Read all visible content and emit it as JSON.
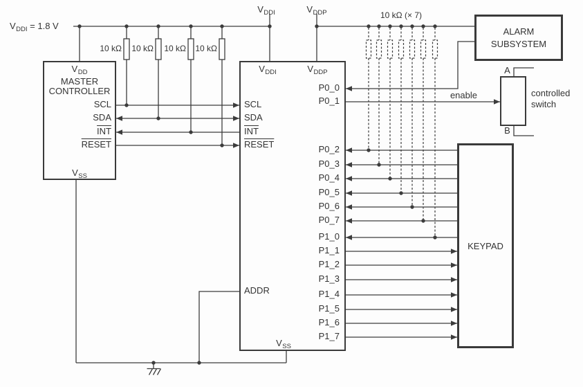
{
  "schematic": {
    "power": {
      "vddi_source": {
        "base": "V",
        "sub": "DDI",
        "suffix": " = 1.8 V"
      },
      "i2c_pullups": [
        "10 kΩ",
        "10 kΩ",
        "10 kΩ",
        "10 kΩ"
      ],
      "vddi_net": {
        "base": "V",
        "sub": "DDI"
      },
      "vddp_net": {
        "base": "V",
        "sub": "DDP"
      },
      "keypad_pullups_label": "10 kΩ (× 7)"
    },
    "master_controller": {
      "vdd_pin": {
        "base": "V",
        "sub": "DD"
      },
      "name_line1": "MASTER",
      "name_line2": "CONTROLLER",
      "pin_scl": "SCL",
      "pin_sda": "SDA",
      "pin_int": "INT",
      "pin_reset": "RESET",
      "vss_pin": {
        "base": "V",
        "sub": "SS"
      }
    },
    "io_expander": {
      "vddi_pin": {
        "base": "V",
        "sub": "DDI"
      },
      "vddp_pin": {
        "base": "V",
        "sub": "DDP"
      },
      "pin_scl": "SCL",
      "pin_sda": "SDA",
      "pin_int": "INT",
      "pin_reset": "RESET",
      "pin_addr": "ADDR",
      "vss_pin": {
        "base": "V",
        "sub": "SS"
      },
      "port0": [
        "P0_0",
        "P0_1",
        "P0_2",
        "P0_3",
        "P0_4",
        "P0_5",
        "P0_6",
        "P0_7"
      ],
      "port1": [
        "P1_0",
        "P1_1",
        "P1_2",
        "P1_3",
        "P1_4",
        "P1_5",
        "P1_6",
        "P1_7"
      ]
    },
    "alarm_subsystem": {
      "name_line1": "ALARM",
      "name_line2": "SUBSYSTEM"
    },
    "controlled_switch": {
      "terminal_a": "A",
      "terminal_b": "B",
      "enable_label": "enable",
      "caption_line1": "controlled",
      "caption_line2": "switch"
    },
    "keypad": {
      "name": "KEYPAD"
    },
    "colors": {
      "wire": "#3c3c3c",
      "text": "#333333",
      "background": "#fdfdfd"
    }
  }
}
